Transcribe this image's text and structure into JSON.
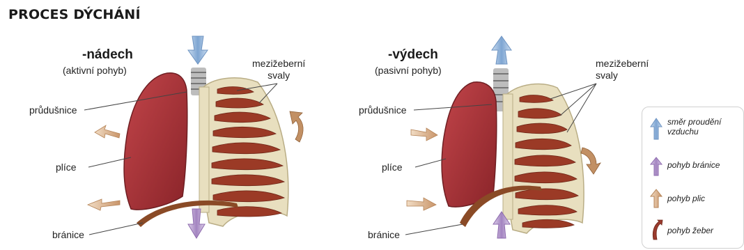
{
  "title": "PROCES DÝCHÁNÍ",
  "inhale": {
    "heading": "-nádech",
    "subheading": "(aktivní pohyb)",
    "label_muscles": "mezižeberní\nsvaly",
    "label_bronchi": "průdušnice",
    "label_lungs": "plíce",
    "label_diaphragm": "bránice"
  },
  "exhale": {
    "heading": "-výdech",
    "subheading": "(pasivní pohyb)",
    "label_muscles": "mezižeberní\nsvaly",
    "label_bronchi": "průdušnice",
    "label_lungs": "plíce",
    "label_diaphragm": "bránice"
  },
  "legend": {
    "items": [
      {
        "text": "směr proudění vzduchu",
        "icon": "blue-arrow-icon",
        "color": "#8fb3d9"
      },
      {
        "text": "pohyb bránice",
        "icon": "purple-arrow-icon",
        "color": "#b49ac9"
      },
      {
        "text": "pohyb plic",
        "icon": "tan-arrow-icon",
        "color": "#d9b48f"
      },
      {
        "text": "pohyb žeber",
        "icon": "rib-arrow-icon",
        "color": "#9a3b2e"
      }
    ]
  },
  "colors": {
    "lung": "#a8343a",
    "bone": "#e8dfbf",
    "muscle": "#9b3a26",
    "air_arrow": "#8fb3d9",
    "diaphragm_arrow": "#b49ac9",
    "lung_arrow": "#d9b48f"
  }
}
